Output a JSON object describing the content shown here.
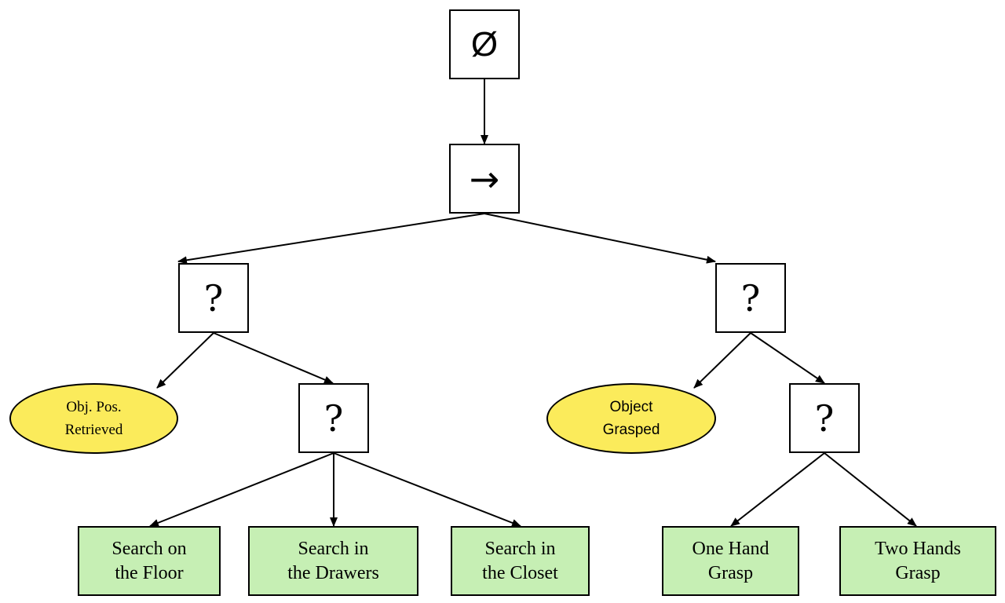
{
  "nodes": {
    "root": "Ø",
    "sequence": "→",
    "fallback_left": "?",
    "fallback_right": "?",
    "fallback_search": "?",
    "fallback_grasp": "?",
    "cond_pos": "Obj. Pos.\nRetrieved",
    "cond_grasped": "Object\nGrasped",
    "act_floor": "Search on\nthe Floor",
    "act_drawers": "Search in\nthe Drawers",
    "act_closet": "Search in\nthe Closet",
    "act_one_hand": "One Hand\nGrasp",
    "act_two_hands": "Two Hands\nGrasp"
  },
  "colors": {
    "action_fill": "#c6efb4",
    "condition_fill": "#fbeb5b",
    "line": "#000000"
  }
}
